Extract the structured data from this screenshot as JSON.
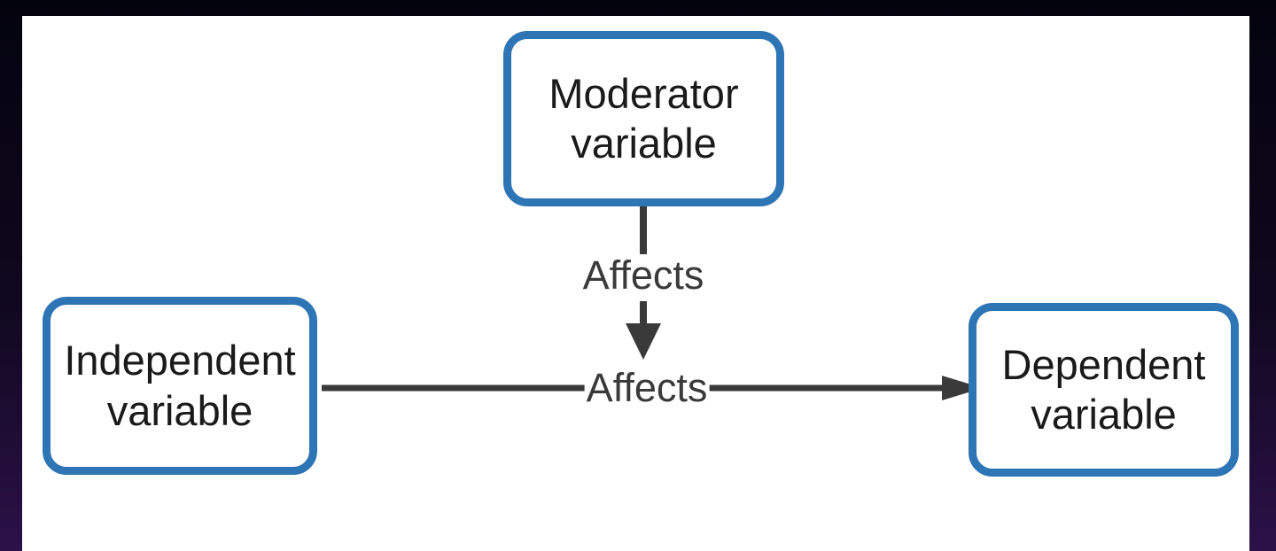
{
  "colors": {
    "background_top": "#03030E",
    "background_bottom": "#2C1148",
    "panel_bg": "#FFFFFF",
    "box_border": "#2E75B6",
    "box_text": "#1A1A1A",
    "arrow": "#3A3A3A",
    "label_text": "#3A3A3A"
  },
  "diagram": {
    "nodes": [
      {
        "id": "moderator",
        "label": "Moderator variable"
      },
      {
        "id": "independent",
        "label": "Independent variable"
      },
      {
        "id": "dependent",
        "label": "Dependent variable"
      }
    ],
    "edges": [
      {
        "from": "moderator",
        "to": "causal-link",
        "label": "Affects"
      },
      {
        "from": "independent",
        "to": "dependent",
        "label": "Affects"
      }
    ]
  }
}
